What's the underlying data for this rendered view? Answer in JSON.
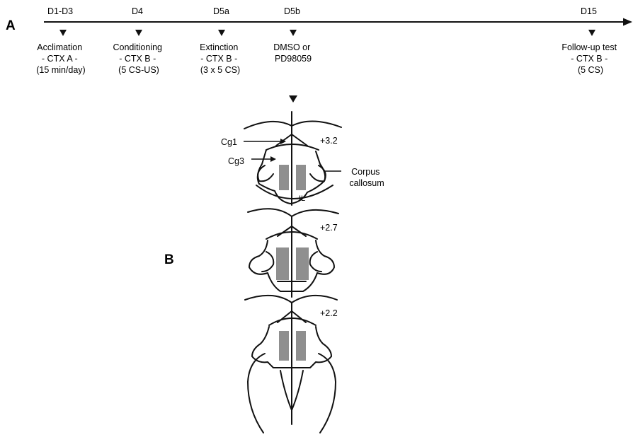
{
  "panels": {
    "a": "A",
    "b": "B"
  },
  "timeline": {
    "stages": [
      {
        "day": "D1-D3",
        "lines": [
          "Acclimation",
          "- CTX A -",
          "(15 min/day)"
        ]
      },
      {
        "day": "D4",
        "lines": [
          "Conditioning",
          "- CTX B -",
          "(5 CS-US)"
        ]
      },
      {
        "day": "D5a",
        "lines": [
          "Extinction",
          "- CTX B -",
          "(3 x 5 CS)"
        ]
      },
      {
        "day": "D5b",
        "lines": [
          "DMSO or",
          "PD98059"
        ]
      },
      {
        "day": "D15",
        "lines": [
          "Follow-up test",
          "- CTX B -",
          "(5 CS)"
        ]
      }
    ]
  },
  "sections": {
    "levels": [
      "+3.2",
      "+2.7",
      "+2.2"
    ],
    "labels": {
      "cg1": "Cg1",
      "cg3": "Cg3",
      "corpus": [
        "Corpus",
        "callosum"
      ],
      "il": "IL"
    },
    "infusion_color": "#8f8f8f"
  }
}
